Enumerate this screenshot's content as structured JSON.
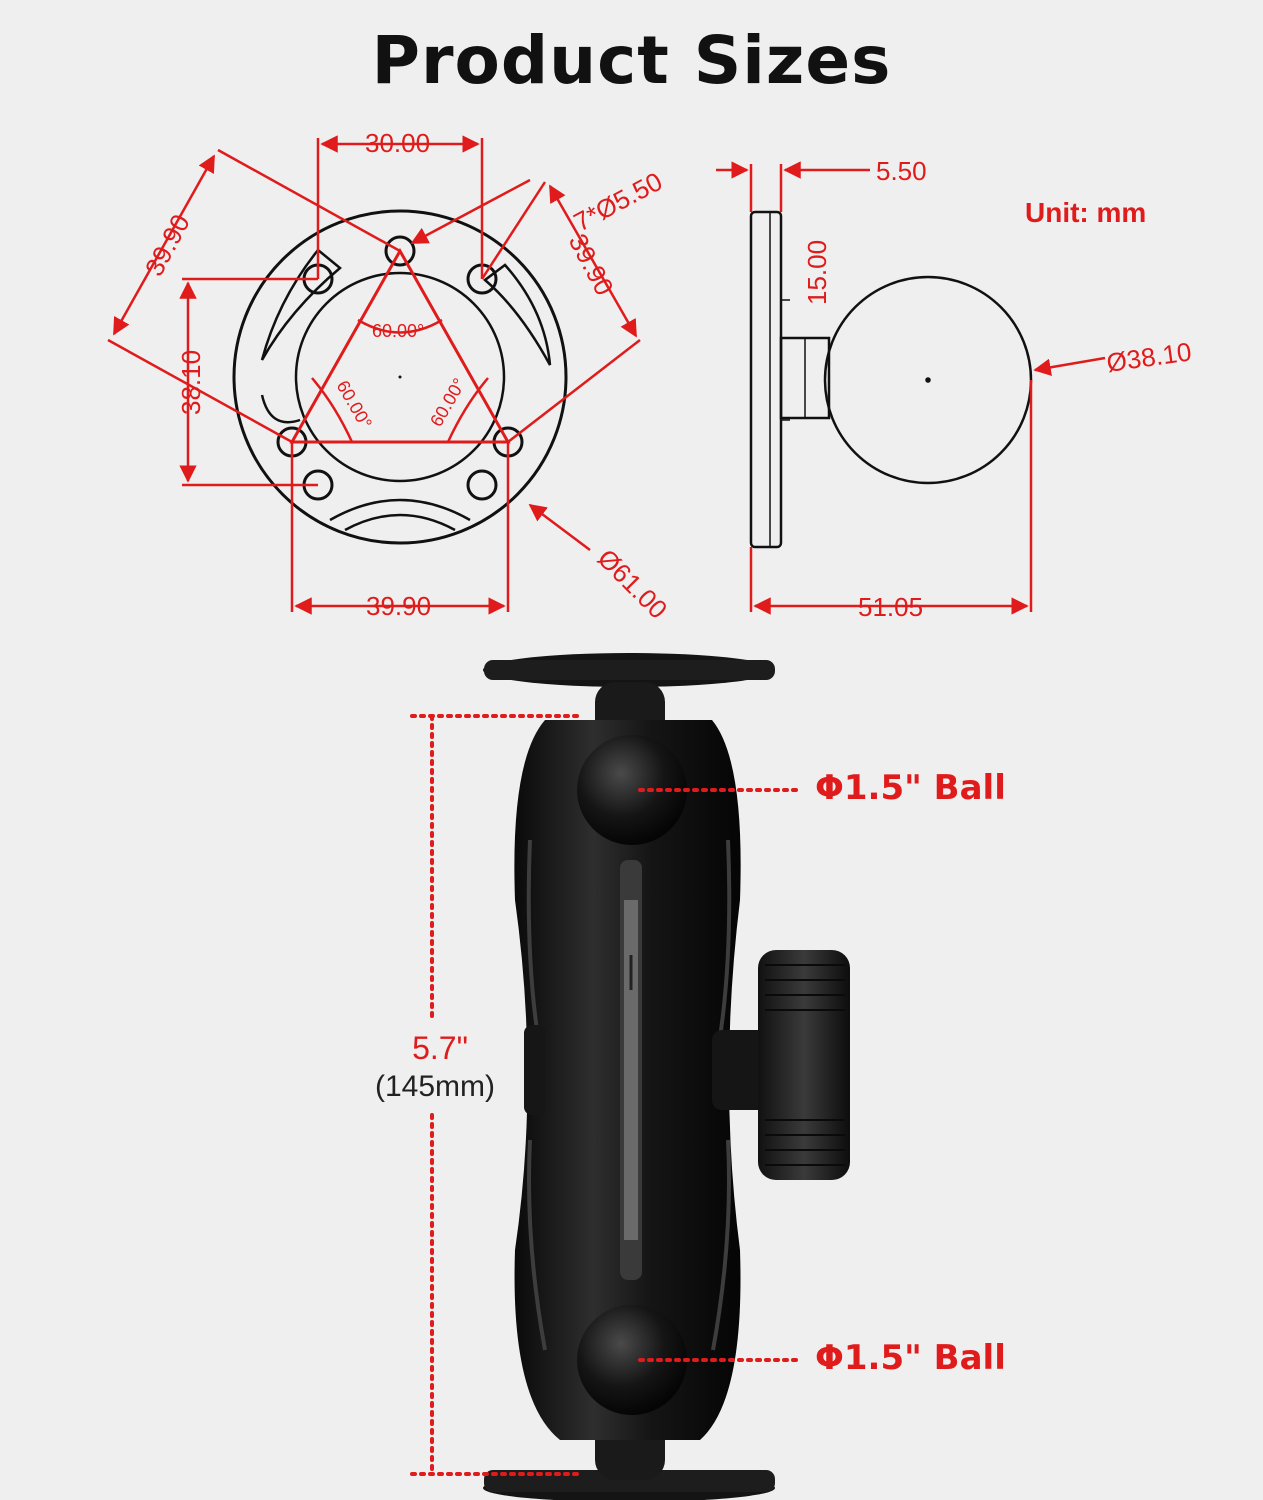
{
  "title": "Product Sizes",
  "unit_label": "Unit: mm",
  "top_view": {
    "dim_top": "30.00",
    "dim_bottom": "39.90",
    "dim_left_vertical": "38.10",
    "dim_diag_left": "39.90",
    "dim_diag_right": "39.90",
    "holes": "7*Ø5.50",
    "outer_diameter": "Ø61.00",
    "angle_top": "60.00°",
    "angle_left": "60.00°",
    "angle_right": "60.00°"
  },
  "side_view": {
    "plate_thickness": "5.50",
    "neck_height": "15.00",
    "ball_diameter": "Ø38.10",
    "total_length": "51.05"
  },
  "arm": {
    "ball_top_label": "Φ1.5\" Ball",
    "ball_bottom_label": "Φ1.5\" Ball",
    "length_in": "5.7\"",
    "length_mm": "(145mm)"
  },
  "colors": {
    "accent": "#e01b1b",
    "line": "#111111",
    "background": "#efefef"
  }
}
